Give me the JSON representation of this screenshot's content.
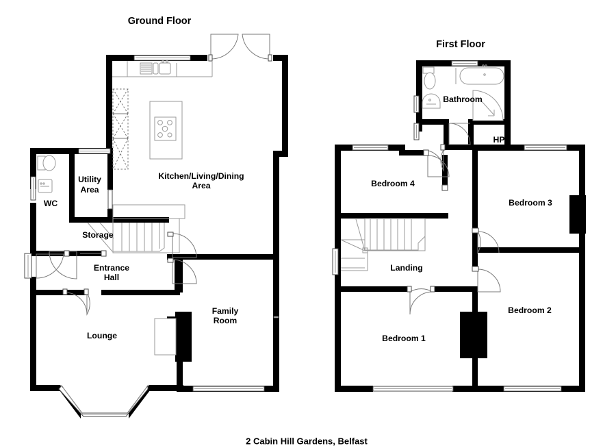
{
  "document": {
    "caption": "2 Cabin Hill Gardens, Belfast"
  },
  "floors": [
    {
      "id": "ground",
      "title": "Ground Floor",
      "rooms": [
        {
          "id": "kitchen",
          "label_line1": "Kitchen/Living/Dining",
          "label_line2": "Area"
        },
        {
          "id": "utility",
          "label_line1": "Utility",
          "label_line2": "Area"
        },
        {
          "id": "wc",
          "label_line1": "WC",
          "label_line2": ""
        },
        {
          "id": "storage",
          "label_line1": "Storage",
          "label_line2": ""
        },
        {
          "id": "entrance-hall",
          "label_line1": "Entrance",
          "label_line2": "Hall"
        },
        {
          "id": "lounge",
          "label_line1": "Lounge",
          "label_line2": ""
        },
        {
          "id": "family-room",
          "label_line1": "Family",
          "label_line2": "Room"
        }
      ]
    },
    {
      "id": "first",
      "title": "First Floor",
      "rooms": [
        {
          "id": "bathroom",
          "label_line1": "Bathroom",
          "label_line2": ""
        },
        {
          "id": "hot-press",
          "label_line1": "HP",
          "label_line2": ""
        },
        {
          "id": "bedroom-4",
          "label_line1": "Bedroom 4",
          "label_line2": ""
        },
        {
          "id": "bedroom-3",
          "label_line1": "Bedroom 3",
          "label_line2": ""
        },
        {
          "id": "landing",
          "label_line1": "Landing",
          "label_line2": ""
        },
        {
          "id": "bedroom-1",
          "label_line1": "Bedroom 1",
          "label_line2": ""
        },
        {
          "id": "bedroom-2",
          "label_line1": "Bedroom 2",
          "label_line2": ""
        }
      ]
    }
  ],
  "colors": {
    "wall": "#000000",
    "background": "#ffffff",
    "fixture_stroke": "#9a9a9a",
    "text": "#000000"
  }
}
